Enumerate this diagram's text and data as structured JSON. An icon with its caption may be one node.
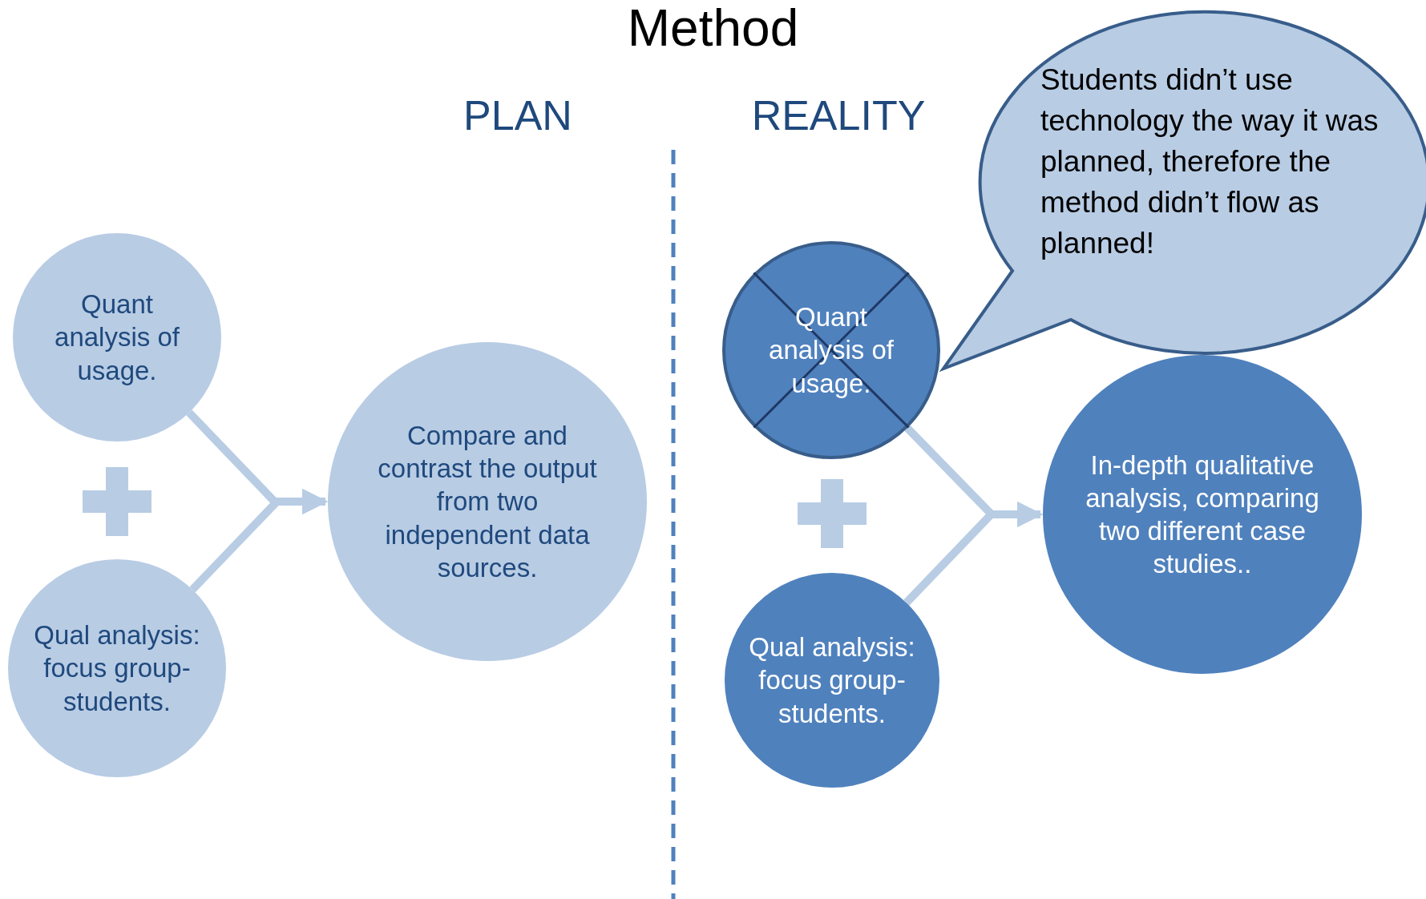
{
  "diagram": {
    "title": "Method",
    "nodes": [
      {
        "text": [
          "Quant analysis of usage."
        ]
      },
      {
        "text": [
          "Qual analysis: focus group-students."
        ]
      },
      {
        "text": [
          "Compare and contrast the output from two independent data sources."
        ]
      },
      {
        "text": [
          "Quant analysis of usage."
        ]
      },
      {
        "text": [
          "Qual analysis: focus group-students."
        ]
      },
      {
        "text": [
          "In-depth qualitative analysis, comparing two different case studies.."
        ]
      },
      {
        "text": [
          "Students didn’t use technology the way it was planned, therefore the method didn’t flow as planned!"
        ]
      }
    ],
    "edges": [
      {
        "from": 0,
        "to": 2,
        "arrow": "to"
      },
      {
        "from": 1,
        "to": 2,
        "arrow": "to"
      },
      {
        "from": 3,
        "to": 5,
        "arrow": "to"
      },
      {
        "from": 4,
        "to": 5,
        "arrow": "to"
      }
    ],
    "labels": [
      "PLAN",
      "REALITY"
    ]
  }
}
